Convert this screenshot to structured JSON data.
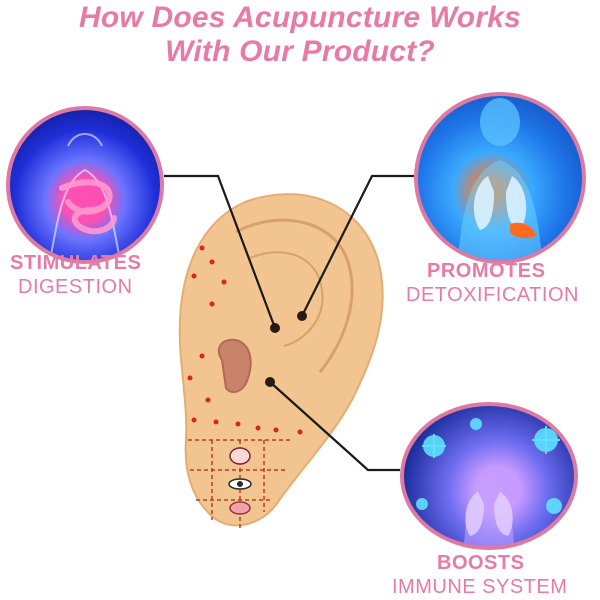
{
  "title": {
    "line1": "How Does Acupuncture Works",
    "line2": "With Our Product?"
  },
  "labels": {
    "stimulates": "STIMULATES",
    "digestion": "DIGESTION",
    "promotes": "PROMOTES",
    "detoxification": "DETOXIFICATION",
    "boosts": "BOOSTS",
    "immune_system": "IMMUNE SYSTEM"
  },
  "colors": {
    "accent_pink": "#e77aa6",
    "ear_skin": "#f2c48f",
    "acupoint_red": "#d8232a"
  },
  "icons": {
    "digestion_visual": "digestive-system-icon",
    "detox_visual": "lungs-liver-icon",
    "immune_visual": "virus-lungs-icon",
    "ear_visual": "ear-acupuncture-map-icon"
  }
}
